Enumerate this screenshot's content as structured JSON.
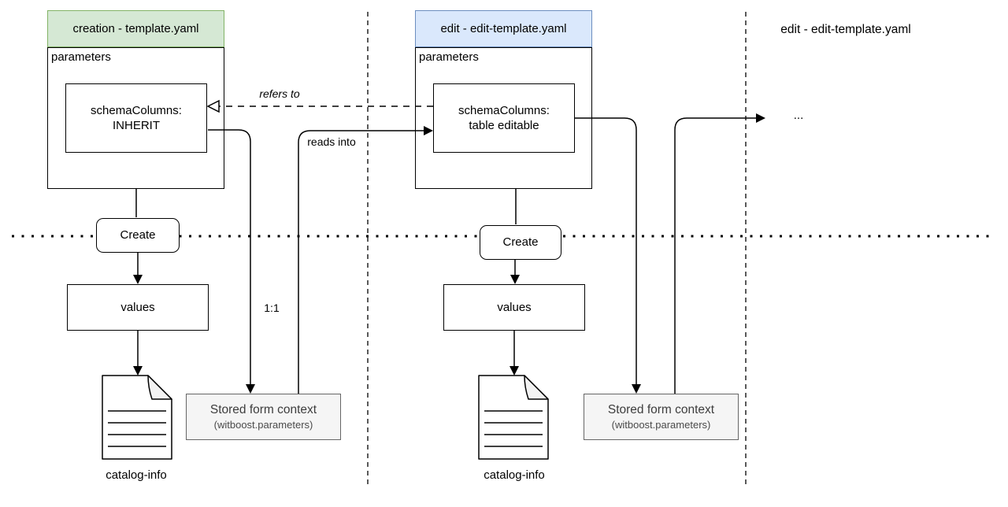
{
  "colors": {
    "green_fill": "#d5e8d4",
    "green_stroke": "#82b366",
    "blue_fill": "#dae8fc",
    "blue_stroke": "#6c8ebf",
    "gray_fill": "#f5f5f5",
    "gray_stroke": "#666666",
    "line_color": "#000000"
  },
  "creation": {
    "header": "creation - template.yaml",
    "parameters_label": "parameters",
    "schema_line1": "schemaColumns:",
    "schema_line2": "INHERIT",
    "create_button": "Create",
    "values_box": "values",
    "catalog_label": "catalog-info",
    "stored_title": "Stored form context",
    "stored_subtitle": "(witboost.parameters)"
  },
  "edit": {
    "header": "edit - edit-template.yaml",
    "parameters_label": "parameters",
    "schema_line1": "schemaColumns:",
    "schema_line2": "table editable",
    "create_button": "Create",
    "values_box": "values",
    "catalog_label": "catalog-info",
    "stored_title": "Stored form context",
    "stored_subtitle": "(witboost.parameters)"
  },
  "next": {
    "title": "edit - edit-template.yaml",
    "ellipsis": "..."
  },
  "connector_labels": {
    "refers_to": "refers to",
    "reads_into": "reads into",
    "ratio": "1:1"
  }
}
